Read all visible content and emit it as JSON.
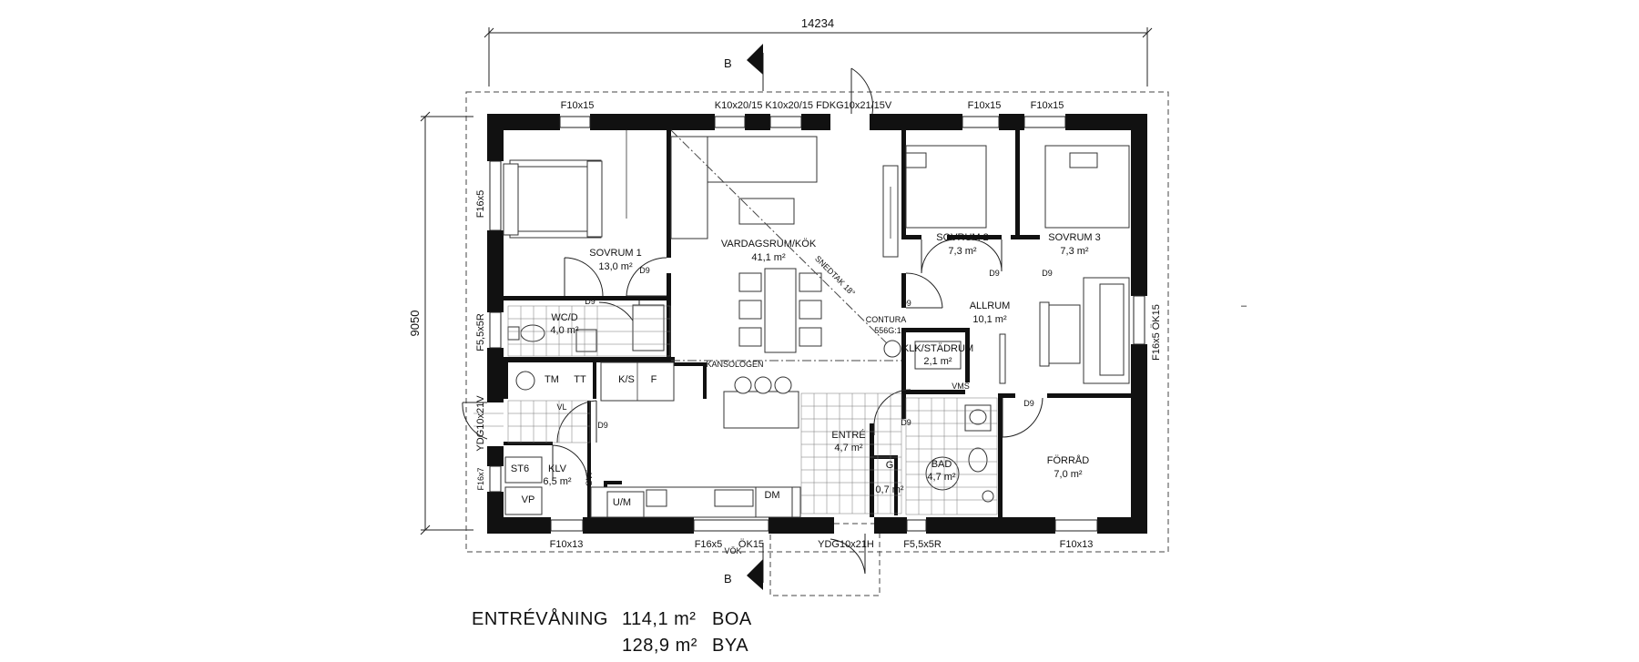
{
  "plan": {
    "dimensions": {
      "width": "14234",
      "height": "9050"
    },
    "section_marker": "B",
    "rooms": [
      {
        "id": "sovrum1",
        "name": "SOVRUM 1",
        "area": "13,0 m²"
      },
      {
        "id": "vardagsrum",
        "name": "VARDAGSRUM/KÖK",
        "area": "41,1 m²"
      },
      {
        "id": "sovrum2",
        "name": "SOVRUM 2",
        "area": "7,3 m²"
      },
      {
        "id": "sovrum3",
        "name": "SOVRUM 3",
        "area": "7,3 m²"
      },
      {
        "id": "wcd",
        "name": "WC/D",
        "area": "4,0 m²"
      },
      {
        "id": "allrum",
        "name": "ALLRUM",
        "area": "10,1 m²"
      },
      {
        "id": "klk",
        "name": "KLK/STÄDRUM",
        "area": "2,1 m²"
      },
      {
        "id": "entre",
        "name": "ENTRÉ",
        "area": "4,7 m²"
      },
      {
        "id": "bad",
        "name": "BAD",
        "area": "4,7 m²"
      },
      {
        "id": "klv",
        "name": "KLV",
        "area": "6,5 m²"
      },
      {
        "id": "forrad",
        "name": "FÖRRÅD",
        "area": "7,0 m²"
      },
      {
        "id": "g",
        "name": "G",
        "area": "0,7 m²"
      }
    ],
    "window_labels": {
      "top_left": "F10x15",
      "top_mid": "K10x20/15 K10x20/15 FDKG10x21/15V",
      "top_s2": "F10x15",
      "top_s3": "F10x15",
      "left_upper": "F16x5",
      "left_mid": "F5,5x5R",
      "left_door": "YDG10x21V",
      "left_low": "F16x7",
      "right": "F16x5 ÖK15",
      "bottom_left": "F10x13",
      "bottom_mid": "F16x5",
      "bottom_mid2": "ÖK15",
      "bottom_door": "YDG10x21H",
      "bottom_r1": "F5,5x5R",
      "bottom_r2": "F10x13"
    },
    "labels": {
      "d9": "D9",
      "tm": "TM",
      "tt": "TT",
      "ks": "K/S",
      "f": "F",
      "um": "U/M",
      "dm": "DM",
      "st6": "ST6",
      "vp": "VP",
      "vl": "VL",
      "gvf": "GVF",
      "vms": "VMS",
      "contura": "CONTURA",
      "contura_model": "556G:1",
      "sned": "SNEDTAK 18°",
      "balk": "KANSOLOGEN",
      "vok": "VÖK"
    },
    "summary": {
      "floor_name": "ENTRÉVÅNING",
      "boa_value": "114,1 m²",
      "boa_label": "BOA",
      "bya_value": "128,9 m²",
      "bya_label": "BYA"
    },
    "side_mark": "–"
  }
}
